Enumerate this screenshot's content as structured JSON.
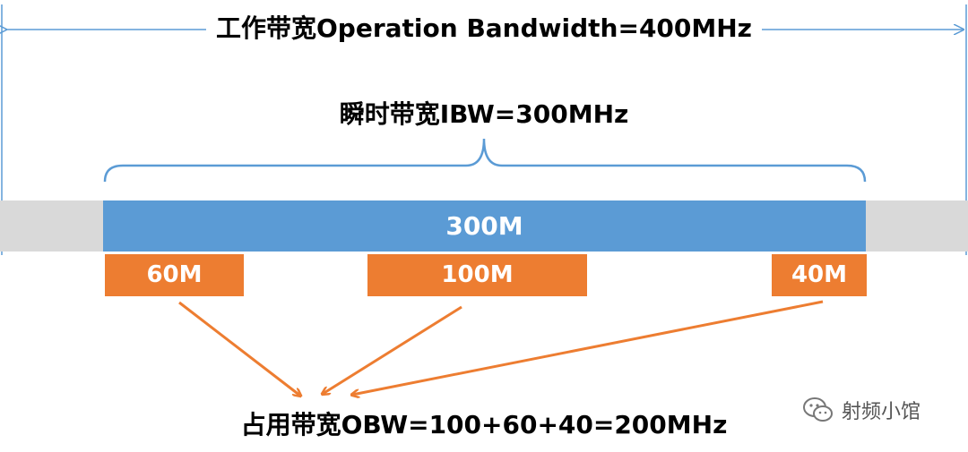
{
  "header": {
    "operation_bandwidth": "工作带宽Operation Bandwidth=400MHz"
  },
  "ibw": {
    "label": "瞬时带宽IBW=300MHz",
    "bar_label": "300M"
  },
  "carriers": [
    {
      "label": "60M"
    },
    {
      "label": "100M"
    },
    {
      "label": "40M"
    }
  ],
  "obw": {
    "label": "占用带宽OBW=100+60+40=200MHz"
  },
  "watermark": {
    "text": "射频小馆",
    "icon": "wechat-icon"
  },
  "colors": {
    "ibw_bar": "#5b9bd5",
    "carrier": "#ed7d31",
    "arrow": "#ed7d31",
    "operation_band": "#d9d9d9",
    "span_arrow": "#5b9bd5"
  }
}
